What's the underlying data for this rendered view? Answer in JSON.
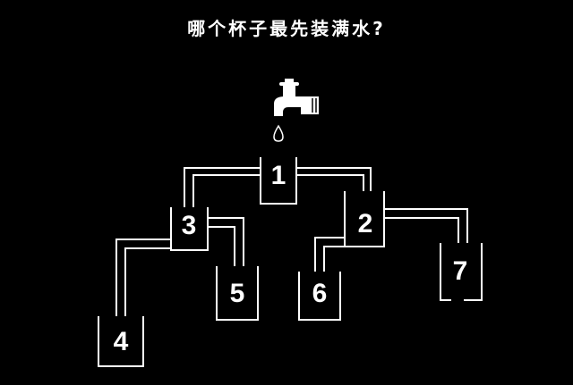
{
  "title": "哪个杯子最先装满水?",
  "cups": [
    {
      "id": "cup-1",
      "label": "1"
    },
    {
      "id": "cup-2",
      "label": "2"
    },
    {
      "id": "cup-3",
      "label": "3"
    },
    {
      "id": "cup-4",
      "label": "4"
    },
    {
      "id": "cup-5",
      "label": "5"
    },
    {
      "id": "cup-6",
      "label": "6"
    },
    {
      "id": "cup-7",
      "label": "7"
    }
  ],
  "icons": {
    "faucet": "faucet-icon",
    "drop": "water-drop-icon"
  },
  "colors": {
    "background": "#000000",
    "line": "#ffffff"
  }
}
